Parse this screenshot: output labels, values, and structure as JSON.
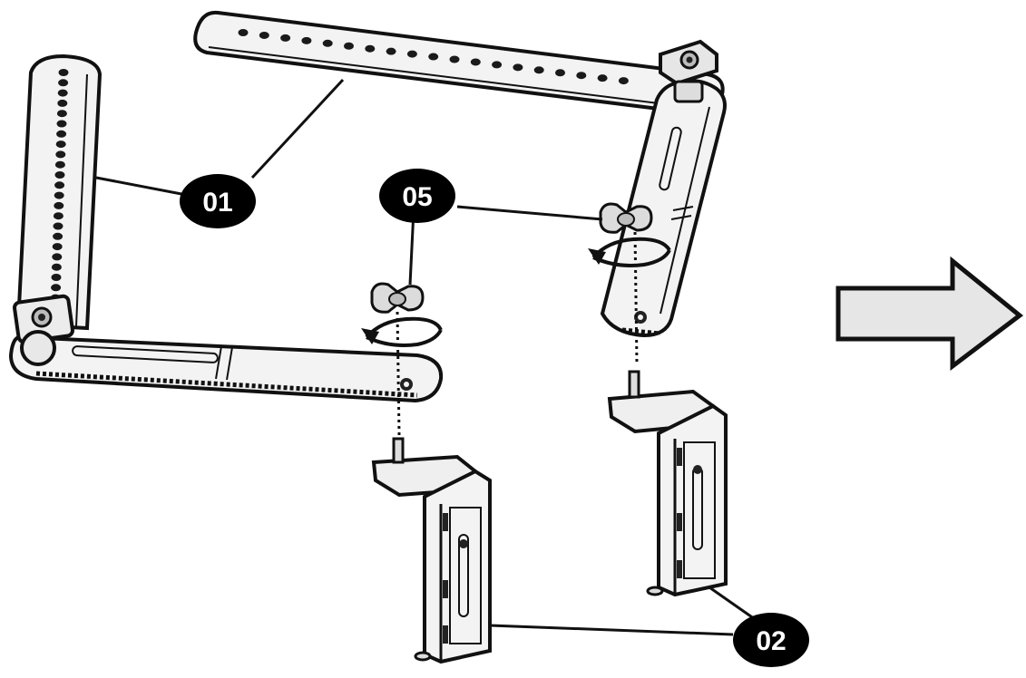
{
  "callouts": {
    "arms": "01",
    "brackets": "02",
    "wing_nuts": "05"
  },
  "icons": {
    "next_step": "arrow-right-icon",
    "rotation": "rotate-clockwise-icon"
  },
  "colors": {
    "line": "#111111",
    "part_fill": "#f2f2f2",
    "arrow_fill": "#e6e6e6",
    "callout_fill": "#000000",
    "callout_text": "#ffffff"
  }
}
